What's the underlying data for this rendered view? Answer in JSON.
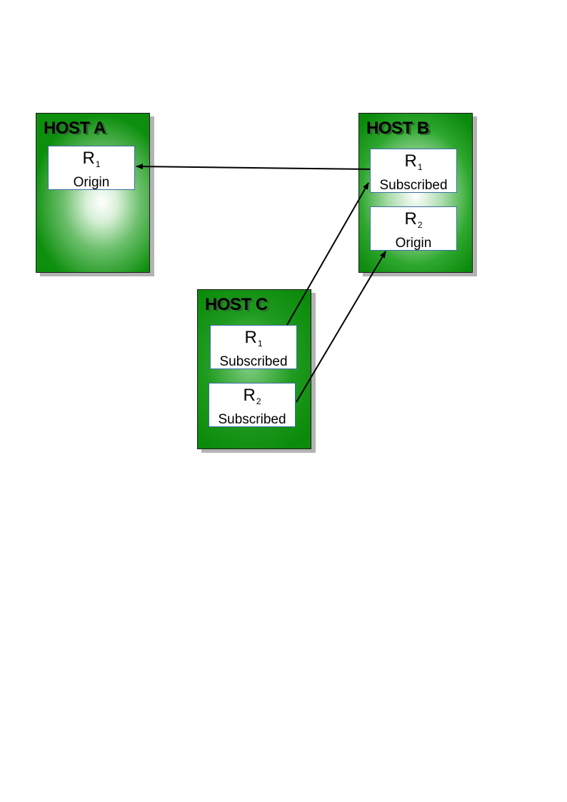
{
  "hosts": {
    "a": {
      "title": "HOST A",
      "resources": [
        {
          "name": "R",
          "index": "1",
          "status": "Origin"
        }
      ]
    },
    "b": {
      "title": "HOST B",
      "resources": [
        {
          "name": "R",
          "index": "1",
          "status": "Subscribed"
        },
        {
          "name": "R",
          "index": "2",
          "status": "Origin"
        }
      ]
    },
    "c": {
      "title": "HOST C",
      "resources": [
        {
          "name": "R",
          "index": "1",
          "status": "Subscribed"
        },
        {
          "name": "R",
          "index": "2",
          "status": "Subscribed"
        }
      ]
    }
  },
  "colors": {
    "host_fill": "#0b8a0b",
    "resource_border": "#3b6ea5",
    "arrow": "#000000"
  }
}
